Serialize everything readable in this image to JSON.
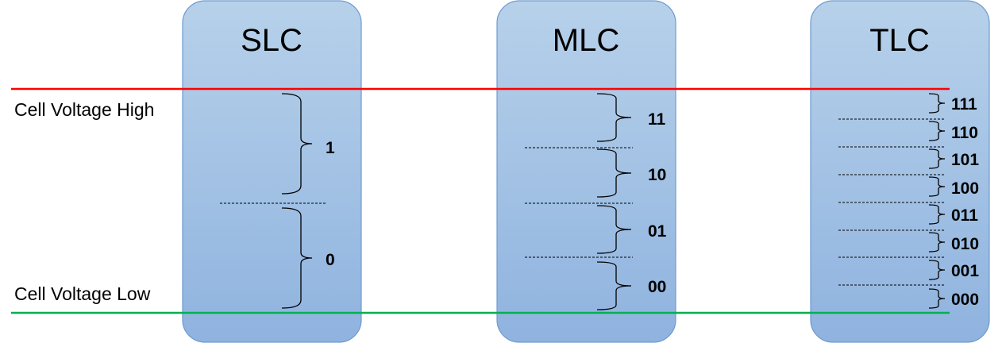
{
  "labels": {
    "high": "Cell Voltage High",
    "low": "Cell Voltage Low"
  },
  "colors": {
    "high_line": "#ff0000",
    "low_line": "#00b050",
    "column_fill_top": "#b7d1ea",
    "column_fill_bottom": "#8fb3df",
    "column_stroke": "#6d9bd0"
  },
  "columns": [
    {
      "title": "SLC",
      "states": [
        "1",
        "0"
      ]
    },
    {
      "title": "MLC",
      "states": [
        "11",
        "10",
        "01",
        "00"
      ]
    },
    {
      "title": "TLC",
      "states": [
        "111",
        "110",
        "101",
        "100",
        "011",
        "010",
        "001",
        "000"
      ]
    }
  ]
}
